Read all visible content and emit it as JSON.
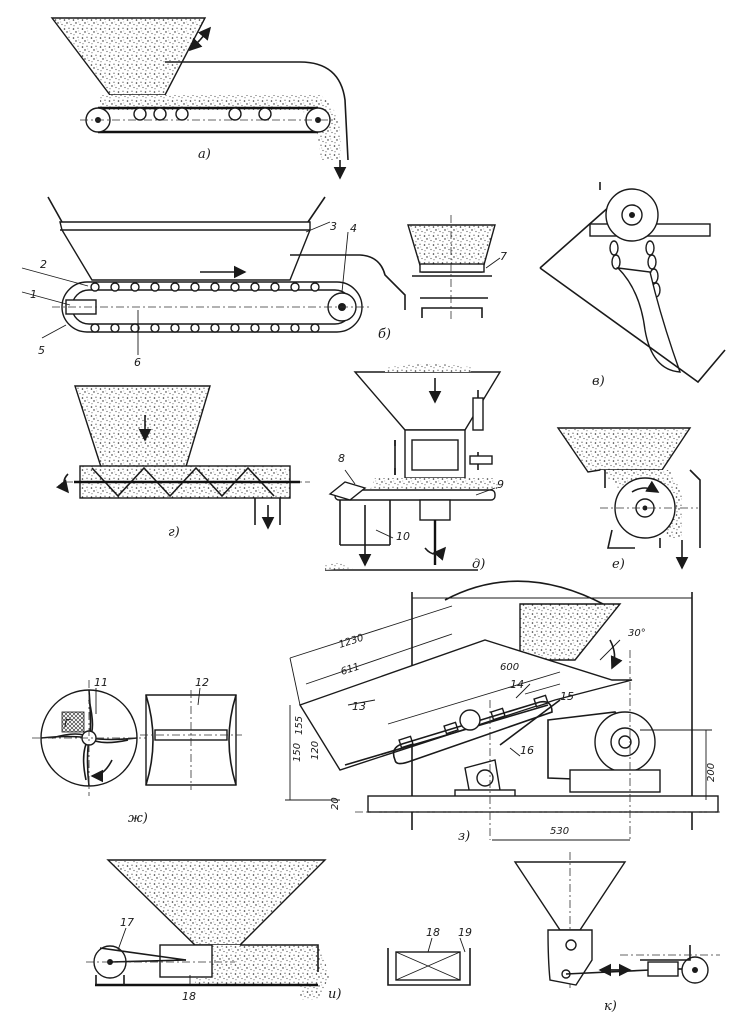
{
  "figure": {
    "panels": [
      {
        "id": "a",
        "caption": "а)"
      },
      {
        "id": "b",
        "caption": "б)",
        "callouts": [
          "1",
          "2",
          "3",
          "4",
          "5",
          "6"
        ]
      },
      {
        "id": "b2",
        "callouts": [
          "7"
        ]
      },
      {
        "id": "v",
        "caption": "в)"
      },
      {
        "id": "g",
        "caption": "г)"
      },
      {
        "id": "d",
        "caption": "д)",
        "callouts": [
          "8",
          "9",
          "10"
        ]
      },
      {
        "id": "e",
        "caption": "е)"
      },
      {
        "id": "zh",
        "caption": "ж)",
        "callouts": [
          "11",
          "12"
        ],
        "inset_letter": "Г"
      },
      {
        "id": "z",
        "caption": "з)",
        "callouts": [
          "13",
          "14",
          "15",
          "16"
        ],
        "dimensions": [
          "1230",
          "611",
          "600",
          "30°",
          "155",
          "120",
          "150",
          "20",
          "200",
          "530"
        ]
      },
      {
        "id": "i",
        "caption": "и)",
        "callouts": [
          "17",
          "18",
          "18",
          "19"
        ]
      },
      {
        "id": "k",
        "caption": "к)"
      }
    ]
  }
}
